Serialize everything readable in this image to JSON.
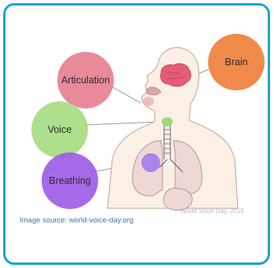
{
  "labels": {
    "articulation": "Articulation",
    "voice": "Voice",
    "breathing": "Breathing",
    "brain": "Brain"
  },
  "watermark": "World Voice Day, 2015",
  "caption": "Image source: world-voice-day.org",
  "colors": {
    "frame": "#1ea1d9",
    "articulation": "#e57a8c",
    "voice": "#a4db7f",
    "breathing": "#9c5ae6",
    "brain": "#f08a4b",
    "caption": "#3a7a9c"
  }
}
